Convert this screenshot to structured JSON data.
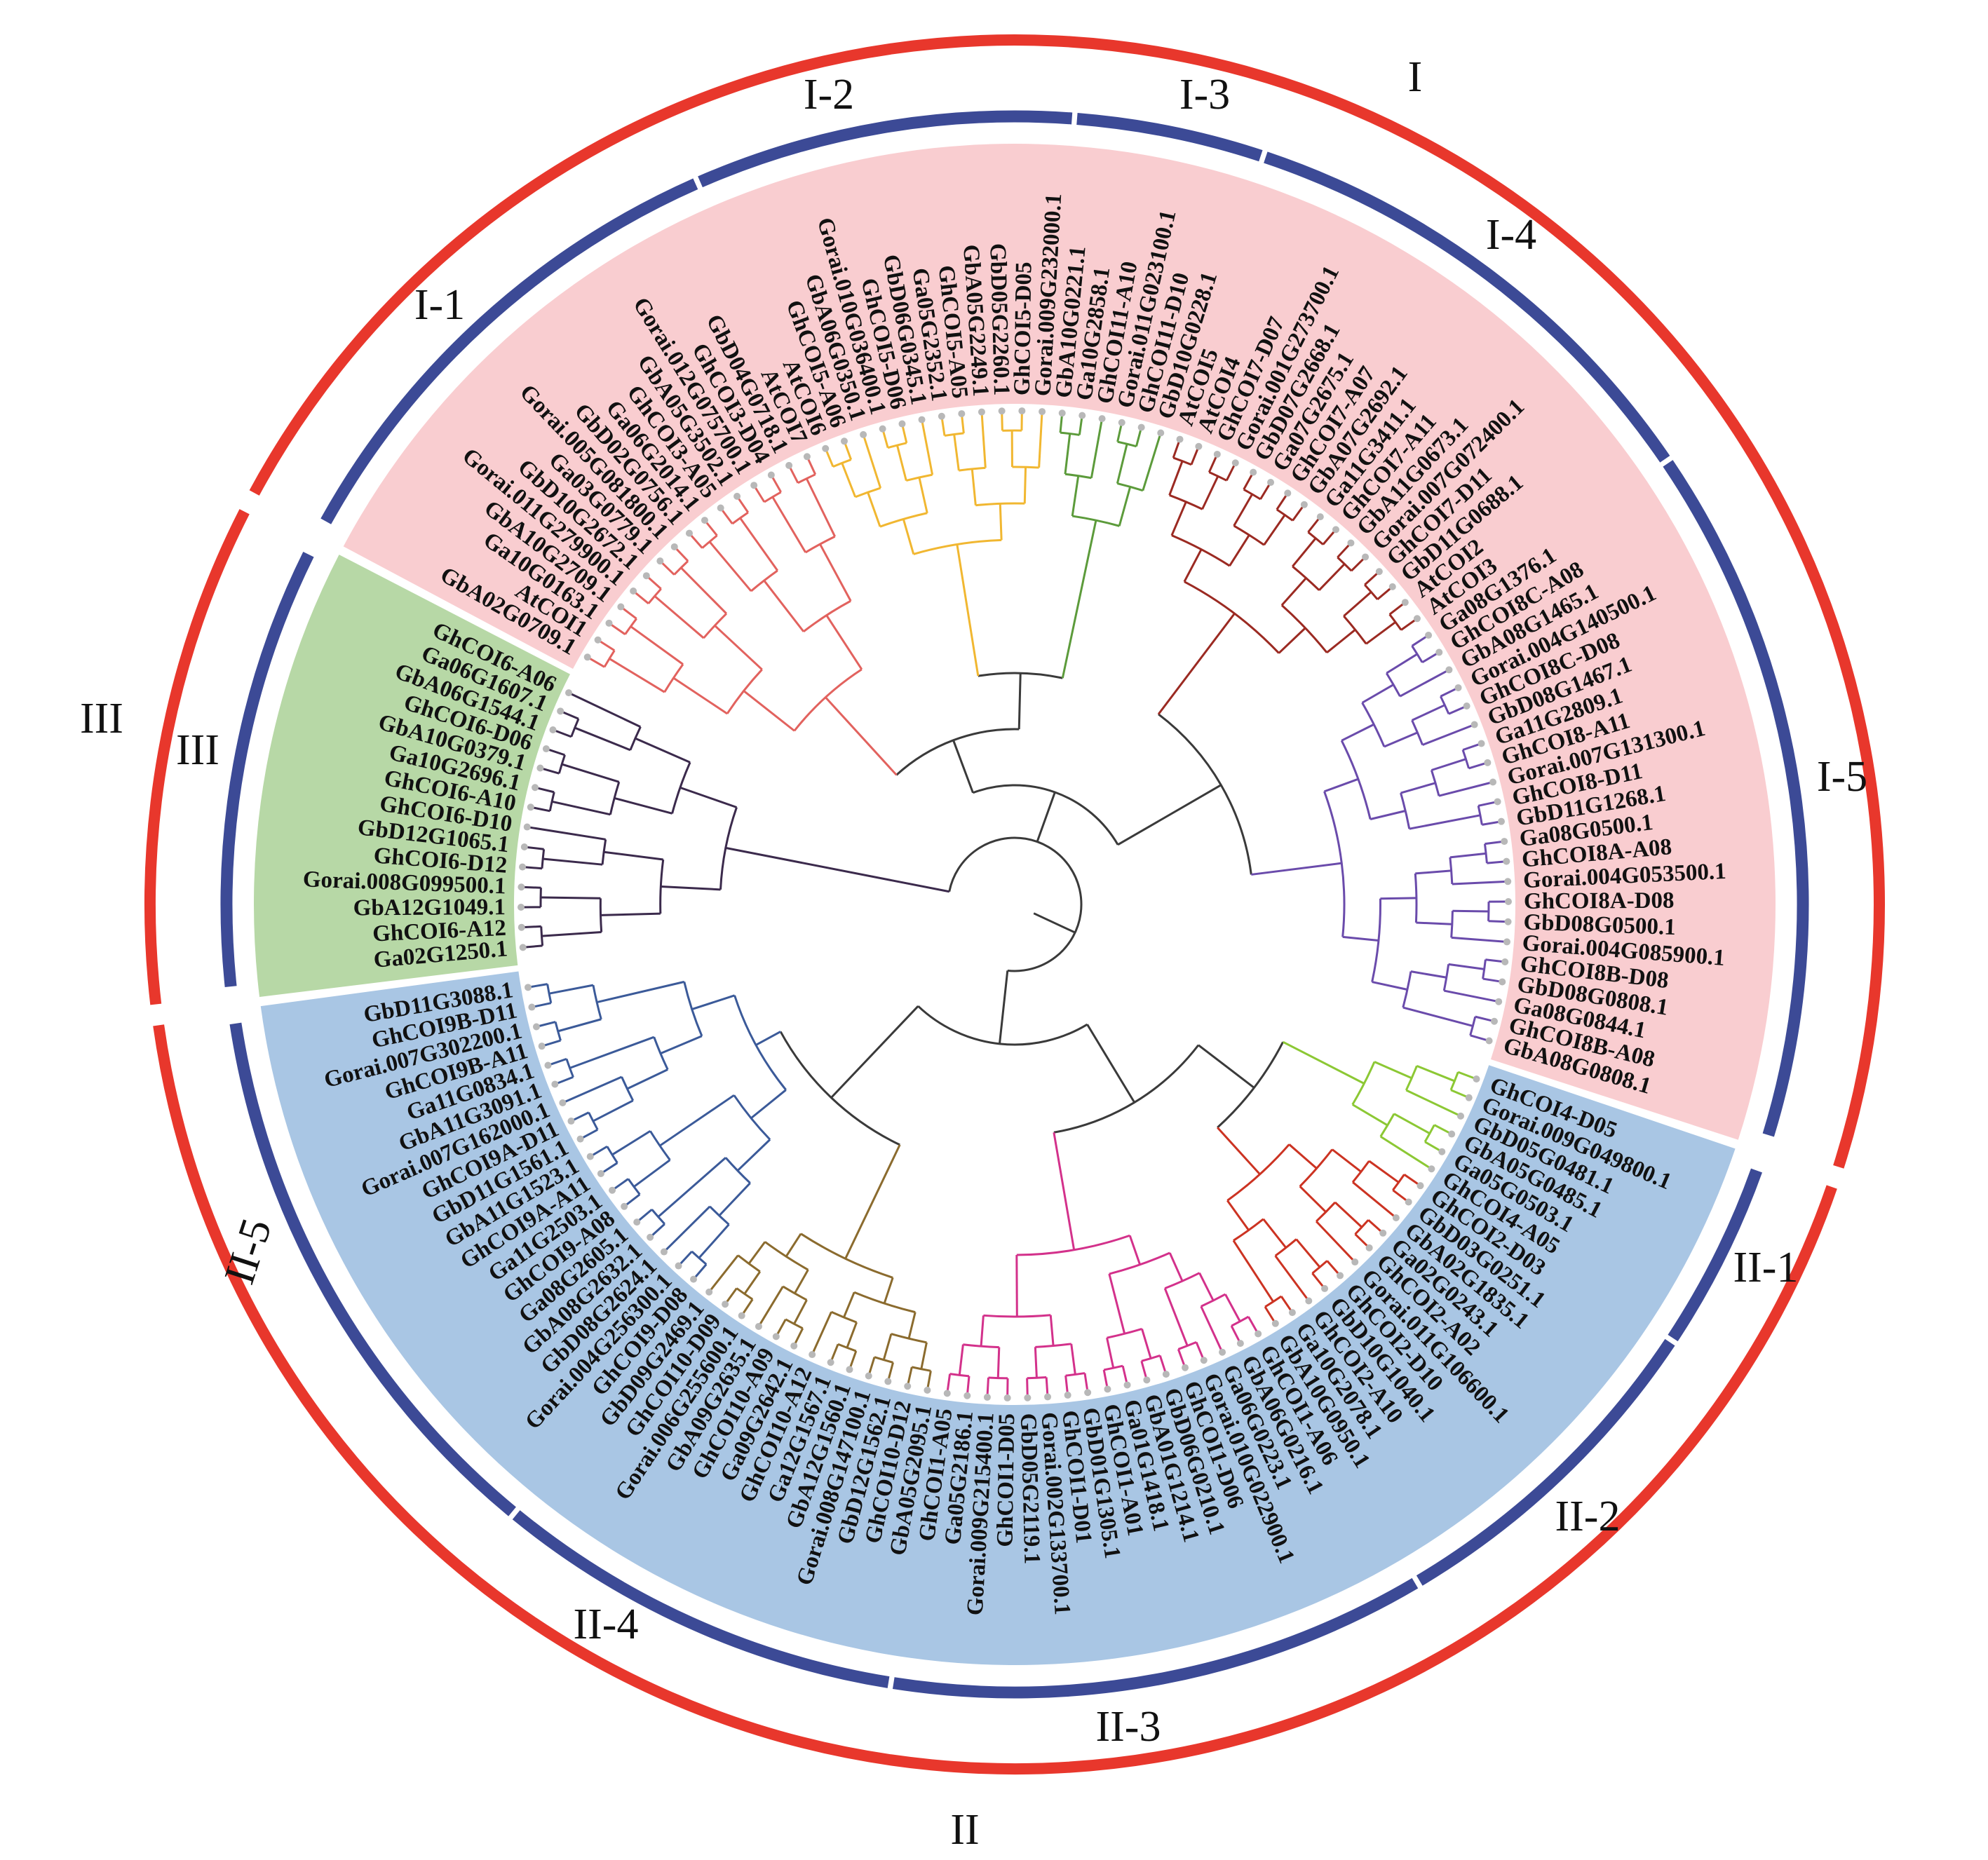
{
  "colors": {
    "group_ring": "#e8372c",
    "subgroup_ring": "#3c4a96",
    "bg_group_I": "#f9cdd0",
    "bg_group_II": "#a9c6e4",
    "bg_group_III": "#b7d8a6",
    "backbone": "#3a3a3a",
    "leaf_dot": "#b8b8b8"
  },
  "major_groups": [
    {
      "label": "I"
    },
    {
      "label": "II"
    },
    {
      "label": "III"
    }
  ],
  "clades": [
    {
      "label": "III",
      "group": "III",
      "color": "#3b2a4c",
      "leaves": [
        "Ga02G1250.1",
        "GhCOI6-A12",
        "GbA12G1049.1",
        "Gorai.008G099500.1",
        "GhCOI6-D12",
        "GbD12G1065.1",
        "GhCOI6-D10",
        "GhCOI6-A10",
        "Ga10G2696.1",
        "GbA10G0379.1",
        "GhCOI6-D06",
        "GbA06G1544.1",
        "Ga06G1607.1",
        "GhCOI6-A06"
      ]
    },
    {
      "label": "I-1",
      "group": "I",
      "color": "#e2625e",
      "leaves": [
        "GbA02G0709.1",
        "AtCOI1",
        "Ga10G0163.1",
        "GbA10G2709.1",
        "Gorai.011G279900.1",
        "GbD10G2672.1",
        "Ga03G0779.1",
        "Gorai.005G081800.1",
        "GbD02G0756.1",
        "Ga06G2014.1",
        "GhCOI3-A05",
        "GbA05G3502.1",
        "Gorai.012G075700.1",
        "GhCOI3-D04",
        "GbD04G0718.1",
        "AtCOI7"
      ]
    },
    {
      "label": "I-2",
      "group": "I",
      "color": "#f1b731",
      "leaves": [
        "AtCOI6",
        "GhCOI5-A06",
        "GbA06G0350.1",
        "Gorai.010G036400.1",
        "GhCOI5-D06",
        "GbD06G0345.1",
        "Ga05G2352.1",
        "GhCOI5-A05",
        "GbA05G2249.1",
        "GbD05G2260.1",
        "GhCOI5-D05",
        "Gorai.009G232000.1"
      ]
    },
    {
      "label": "I-3",
      "group": "I",
      "color": "#5c9b3b",
      "leaves": [
        "GbA10G0221.1",
        "Ga10G2858.1",
        "GhCOI11-A10",
        "Gorai.011G023100.1",
        "GhCOI11-D10",
        "GbD10G0228.1"
      ]
    },
    {
      "label": "I-4",
      "group": "I",
      "color": "#9b2a22",
      "leaves": [
        "AtCOI5",
        "AtCOI4",
        "GhCOI7-D07",
        "Gorai.001G273700.1",
        "GbD07G2668.1",
        "Ga07G2675.1",
        "GhCOI7-A07",
        "GbA07G2692.1",
        "Ga11G3411.1",
        "GhCOI7-A11",
        "GbA11G0673.1",
        "Gorai.007G072400.1",
        "GhCOI7-D11",
        "GbD11G0688.1",
        "AtCOI2",
        "AtCOI3"
      ]
    },
    {
      "label": "I-5",
      "group": "I",
      "color": "#6a4bab",
      "leaves": [
        "Ga08G1376.1",
        "GhCOI8C-A08",
        "GbA08G1465.1",
        "Gorai.004G140500.1",
        "GhCOI8C-D08",
        "GbD08G1467.1",
        "Ga11G2809.1",
        "GhCOI8-A11",
        "Gorai.007G131300.1",
        "GhCOI8-D11",
        "GbD11G1268.1",
        "Ga08G0500.1",
        "GhCOI8A-A08",
        "Gorai.004G053500.1",
        "GhCOI8A-D08",
        "GbD08G0500.1",
        "Gorai.004G085900.1",
        "GhCOI8B-D08",
        "GbD08G0808.1",
        "Ga08G0844.1",
        "GhCOI8B-A08",
        "GbA08G0808.1"
      ]
    },
    {
      "label": "II-1",
      "group": "II",
      "color": "#8cc834",
      "leaves": [
        "GhCOI4-D05",
        "Gorai.009G049800.1",
        "GbD05G0481.1",
        "GbA05G0485.1",
        "Ga05G0503.1",
        "GhCOI4-A05"
      ]
    },
    {
      "label": "II-2",
      "group": "II",
      "color": "#cc3322",
      "leaves": [
        "GhCOI2-D03",
        "GbD03G0251.1",
        "GbA02G1835.1",
        "Ga02G0243.1",
        "GhCOI2-A02",
        "Gorai.011G106600.1",
        "GhCOI2-D10",
        "GbD10G1040.1",
        "GhCOI2-A10",
        "Ga10G2078.1",
        "GbA10G0950.1"
      ]
    },
    {
      "label": "II-3",
      "group": "II",
      "color": "#d3318b",
      "leaves": [
        "GhCOI1-A06",
        "GbA06G0216.1",
        "Ga06G0223.1",
        "Gorai.010G022900.1",
        "GhCOI1-D06",
        "GbD06G0210.1",
        "GbA01G1214.1",
        "Ga01G1418.1",
        "GhCOI1-A01",
        "GbD01G1305.1",
        "GhCOI1-D01",
        "Gorai.002G133700.1",
        "GbD05G2119.1",
        "GhCOI1-D05",
        "Gorai.009G215400.1",
        "Ga05G2186.1",
        "GhCOI1-A05"
      ]
    },
    {
      "label": "II-4",
      "group": "II",
      "color": "#8b6b2e",
      "leaves": [
        "GbA05G2095.1",
        "GhCOI10-D12",
        "GbD12G1562.1",
        "Gorai.008G147100.1",
        "GbA12G1560.1",
        "Ga12G1567.1",
        "GhCOI10-A12",
        "Ga09G2642.1",
        "GhCOI10-A09",
        "GbA09G2635.1",
        "Gorai.006G255600.1",
        "GhCOI10-D09",
        "GbD09G2469.1"
      ]
    },
    {
      "label": "II-5",
      "group": "II",
      "color": "#3b5a99",
      "leaves": [
        "GhCOI9-D08",
        "Gorai.004G256300.1",
        "GbD08G2624.1",
        "GbA08G2632.1",
        "Ga08G2605.1",
        "GhCOI9-A08",
        "Ga11G2503.1",
        "GhCOI9A-A11",
        "GbA11G1523.1",
        "GbD11G1561.1",
        "GhCOI9A-D11",
        "Gorai.007G162000.1",
        "GbA11G3091.1",
        "Ga11G0834.1",
        "GhCOI9B-A11",
        "Gorai.007G302200.1",
        "GhCOI9B-D11",
        "GbD11G3088.1"
      ]
    }
  ]
}
